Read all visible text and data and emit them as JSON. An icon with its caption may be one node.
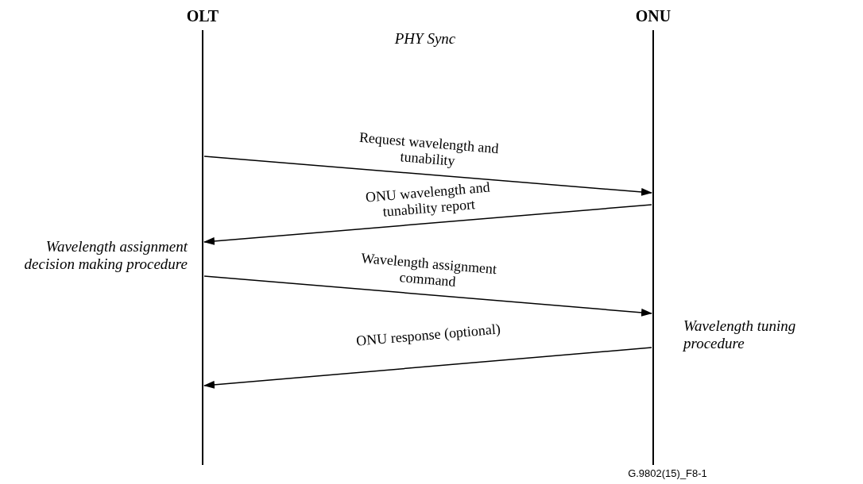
{
  "diagram": {
    "nodes": [
      {
        "text": [
          "OLT"
        ]
      },
      {
        "text": [
          "ONU"
        ]
      }
    ],
    "edges": [
      {
        "from": 0,
        "to": 1,
        "arrow": "to",
        "label": "Request wavelength and tunability"
      },
      {
        "from": 1,
        "to": 0,
        "arrow": "to",
        "label": "ONU wavelength and tunability report"
      },
      {
        "from": 0,
        "to": 1,
        "arrow": "to",
        "label": "Wavelength assignment command"
      },
      {
        "from": 1,
        "to": 0,
        "arrow": "to",
        "label": "ONU response (optional)"
      }
    ],
    "labels": [
      "PHY Sync",
      "Wavelength assignment decision making procedure",
      "Wavelength tuning procedure",
      "G.9802(15)_F8-1"
    ]
  }
}
